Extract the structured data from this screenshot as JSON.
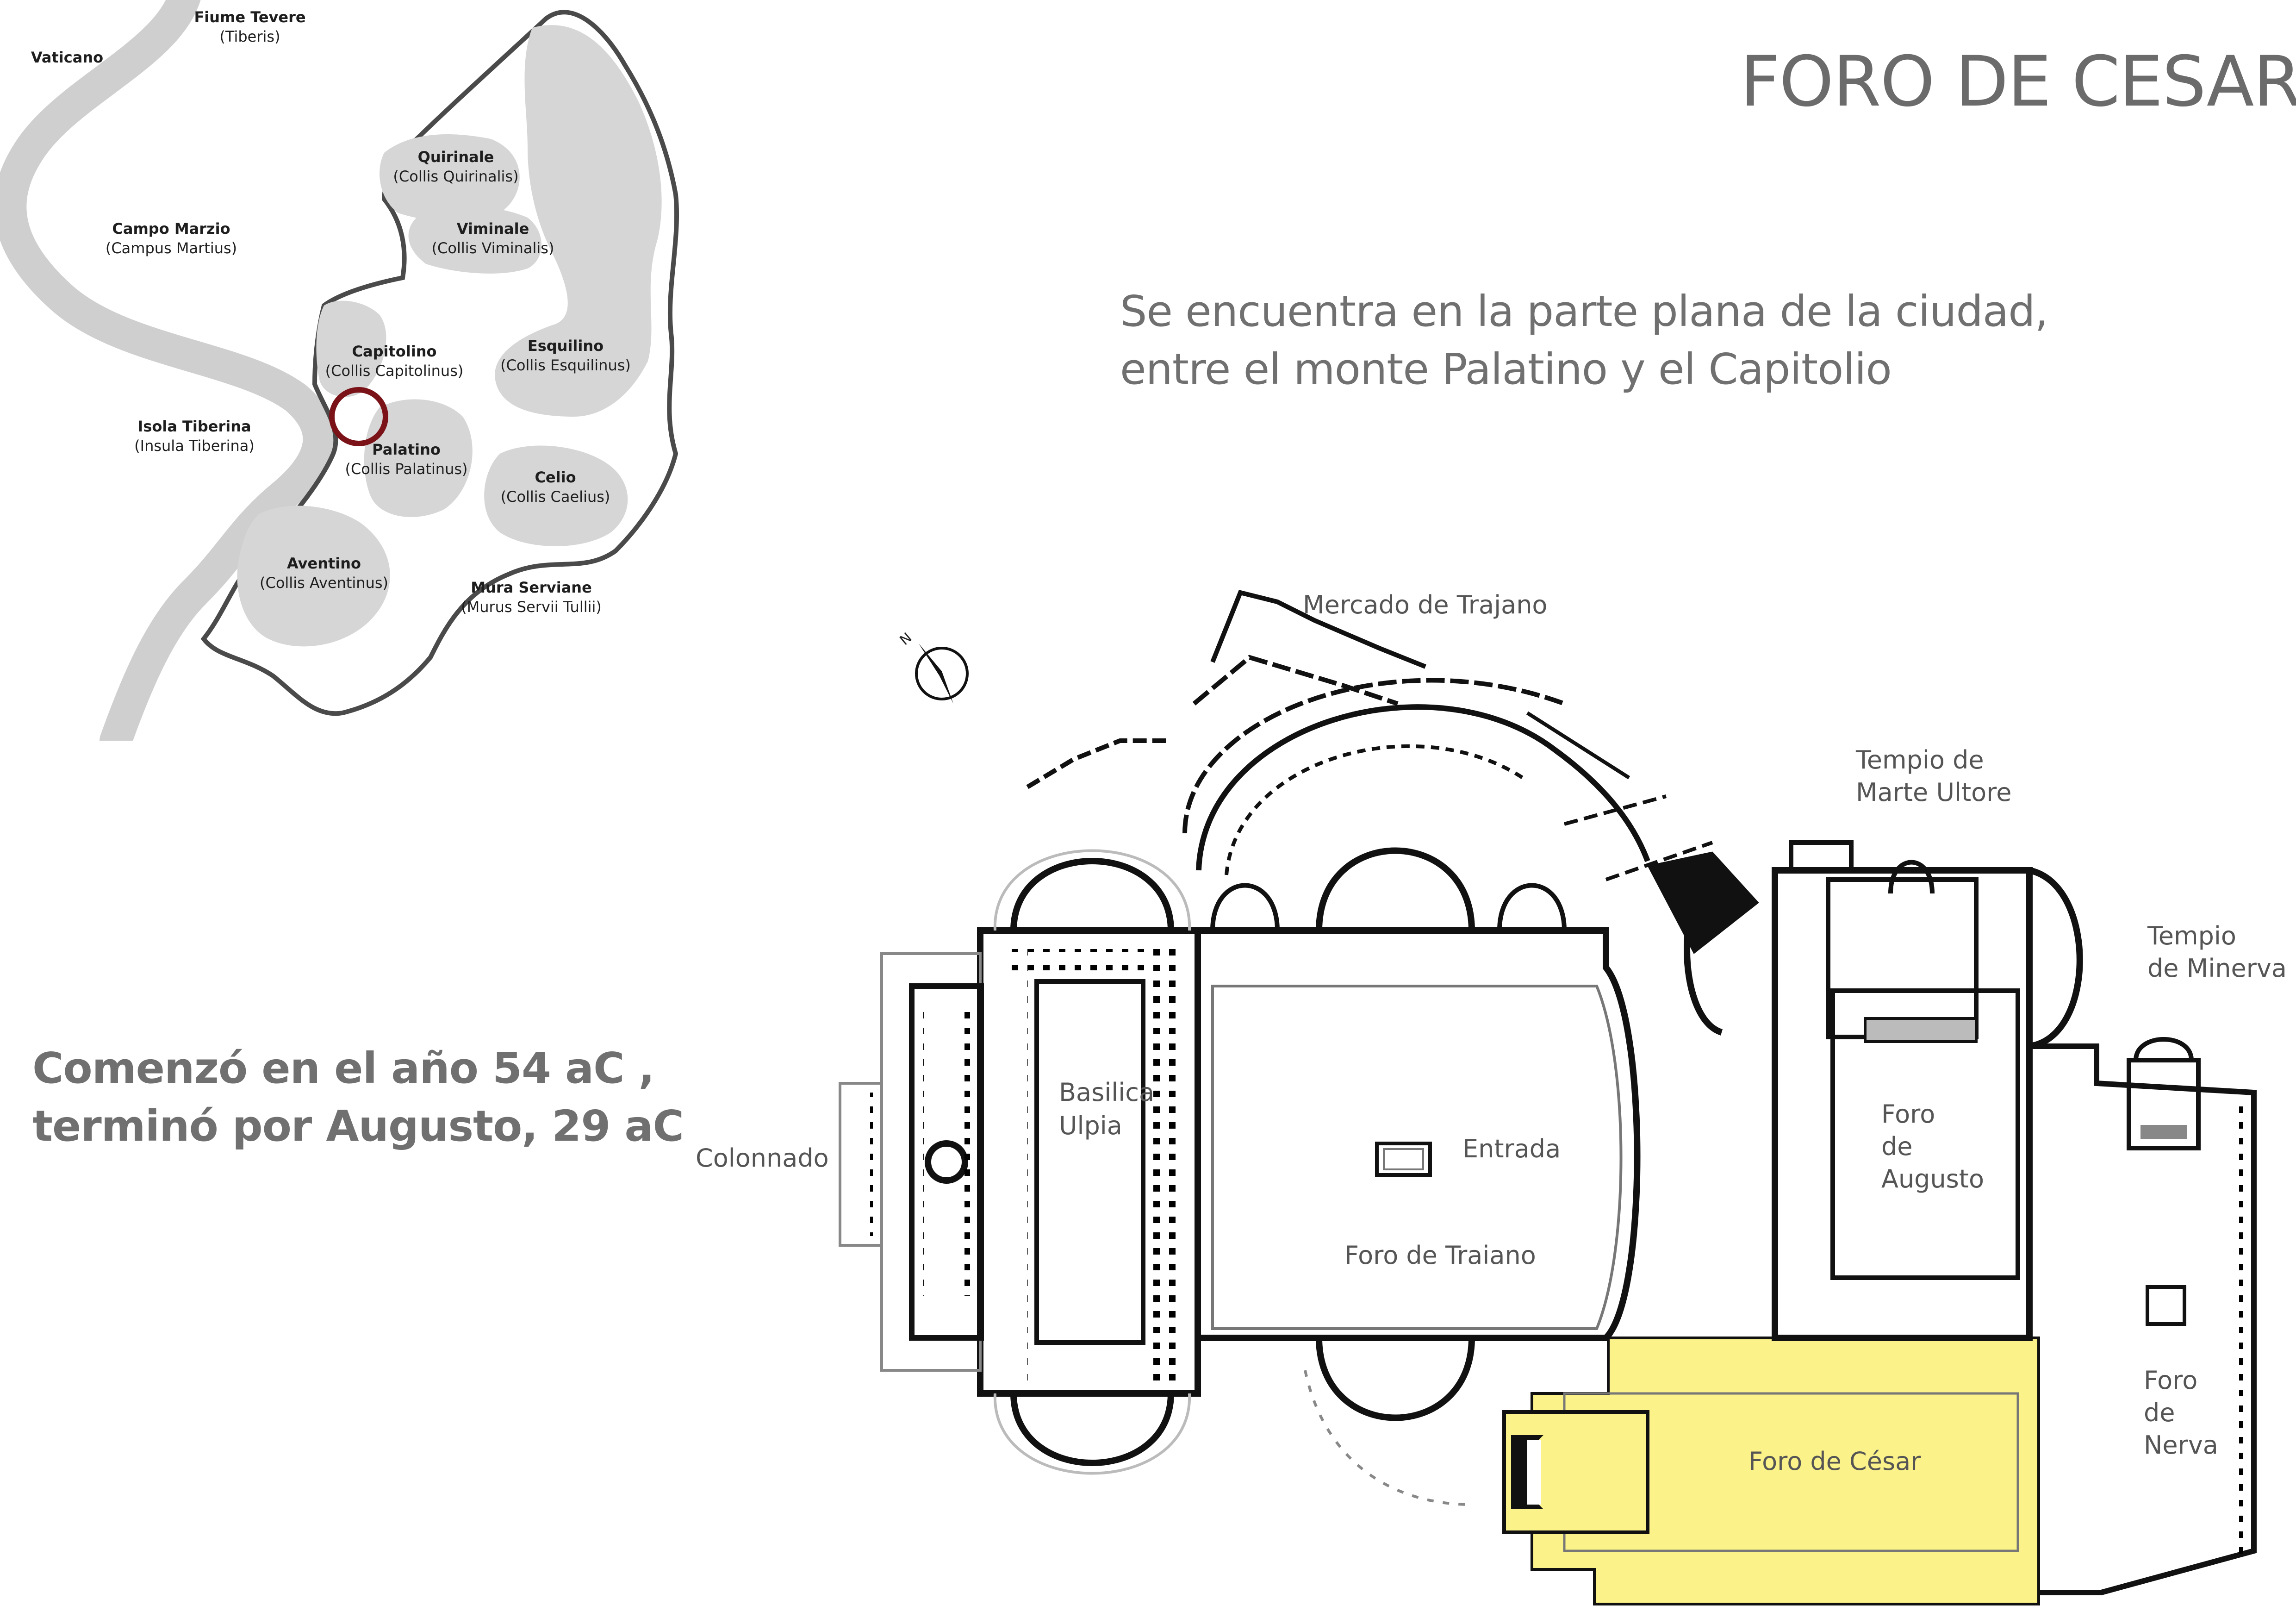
{
  "title": "FORO DE CESAR",
  "location": {
    "line1": "Se encuentra en la parte plana de la ciudad,",
    "line2": "entre el monte Palatino y el Capitolio"
  },
  "dates": {
    "line1": "Comenzó en el año 54 aC ,",
    "line2": "terminó por Augusto, 29 aC"
  },
  "rome_map": {
    "river": {
      "name": "Fiume Tevere",
      "latin": "(Tiberis)"
    },
    "places": [
      {
        "name": "Vaticano",
        "latin": ""
      },
      {
        "name": "Quirinale",
        "latin": "(Collis Quirinalis)"
      },
      {
        "name": "Viminale",
        "latin": "(Collis Viminalis)"
      },
      {
        "name": "Campo Marzio",
        "latin": "(Campus Martius)"
      },
      {
        "name": "Capitolino",
        "latin": "(Collis Capitolinus)"
      },
      {
        "name": "Esquilino",
        "latin": "(Collis Esquilinus)"
      },
      {
        "name": "Isola Tiberina",
        "latin": "(Insula Tiberina)"
      },
      {
        "name": "Palatino",
        "latin": "(Collis Palatinus)"
      },
      {
        "name": "Celio",
        "latin": "(Collis Caelius)"
      },
      {
        "name": "Aventino",
        "latin": "(Collis Aventinus)"
      },
      {
        "name": "Mura Serviane",
        "latin": "(Murus Servii Tullii)"
      }
    ],
    "marker_color": "#7a1218"
  },
  "plan": {
    "labels": {
      "mercado": "Mercado de Trajano",
      "tempio_marte_1": "Tempio de",
      "tempio_marte_2": "Marte Ultore",
      "tempio_minerva_1": "Tempio",
      "tempio_minerva_2": "de Minerva",
      "colonnado": "Colonnado",
      "basilica_1": "Basilica",
      "basilica_2": "Ulpia",
      "entrada": "Entrada",
      "foro_traiano": "Foro de Traiano",
      "foro_augusto_1": "Foro",
      "foro_augusto_2": "de",
      "foro_augusto_3": "Augusto",
      "foro_cesar": "Foro de César",
      "foro_nerva_1": "Foro",
      "foro_nerva_2": "de",
      "foro_nerva_3": "Nerva"
    },
    "highlight_color": "#fbf38a"
  }
}
